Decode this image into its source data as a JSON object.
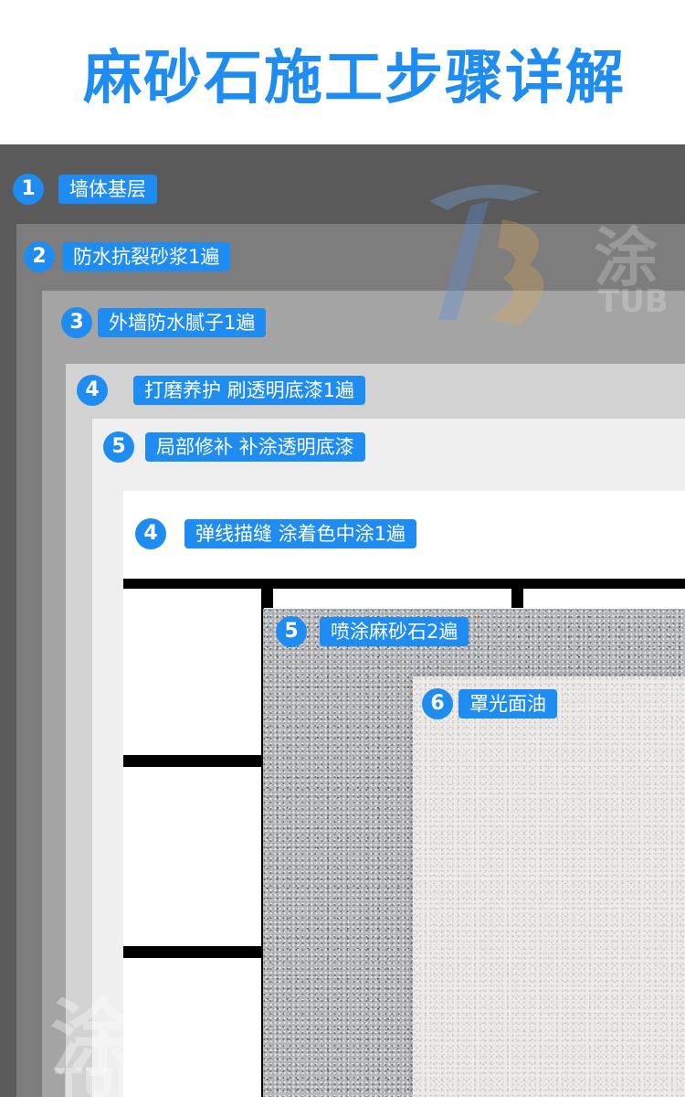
{
  "title": "麻砂石施工步骤详解",
  "steps": [
    {
      "num": "1",
      "label": "墙体基层"
    },
    {
      "num": "2",
      "label": "防水抗裂砂浆1遍"
    },
    {
      "num": "3",
      "label": "外墙防水腻子1遍"
    },
    {
      "num": "4",
      "label": "打磨养护 刷透明底漆1遍"
    },
    {
      "num": "5",
      "label": "局部修补 补涂透明底漆"
    },
    {
      "num": "4",
      "label": "弹线描缝 涂着色中涂1遍"
    },
    {
      "num": "5",
      "label": "喷涂麻砂石2遍"
    },
    {
      "num": "6",
      "label": "罩光面油"
    }
  ],
  "watermark": {
    "cn_top": "涂",
    "en_top": "TUB",
    "cn_bottom": "涂霸",
    "en_bottom": "TUBA PAI"
  },
  "colors": {
    "accent": "#1e8cf0"
  }
}
